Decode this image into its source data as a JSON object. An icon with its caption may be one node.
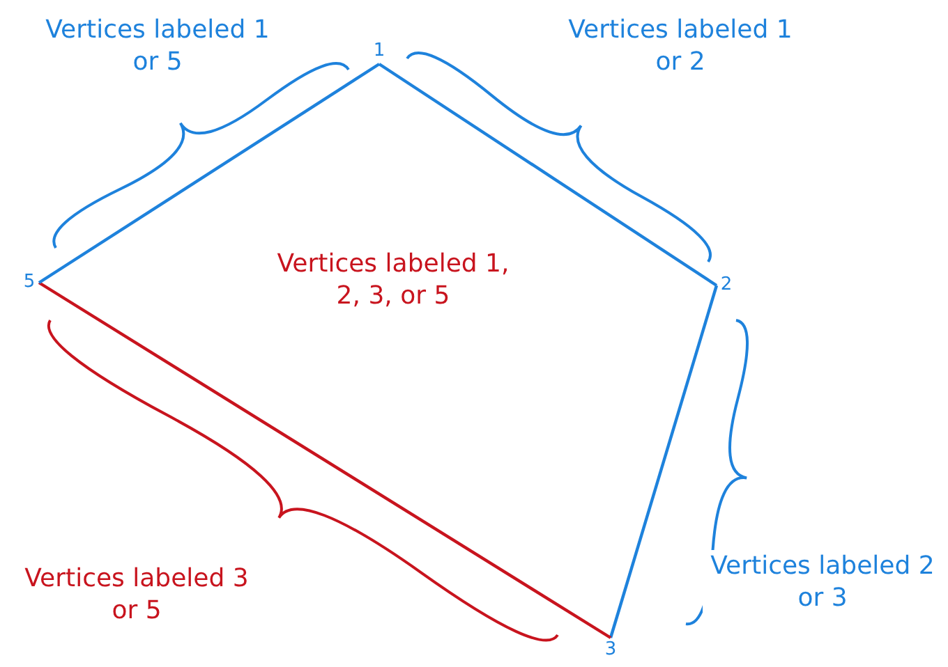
{
  "diagram": {
    "nodes": [
      {
        "text": [
          "1"
        ]
      },
      {
        "text": [
          "5"
        ]
      },
      {
        "text": [
          "2"
        ]
      },
      {
        "text": [
          "3"
        ]
      }
    ],
    "edges": [
      {
        "from": 0,
        "to": 2,
        "arrow": "none"
      },
      {
        "from": 2,
        "to": 3,
        "arrow": "none"
      },
      {
        "from": 3,
        "to": 1,
        "arrow": "none",
        "color": "#c8141e"
      },
      {
        "from": 1,
        "to": 0,
        "arrow": "none"
      }
    ],
    "labels": [
      "Vertices labeled 1 or 5",
      "Vertices labeled 1 or 2",
      "Vertices labeled 1, 2, 3, or 5",
      "Vertices labeled 2 or 3",
      "Vertices labeled 3 or 5"
    ]
  }
}
